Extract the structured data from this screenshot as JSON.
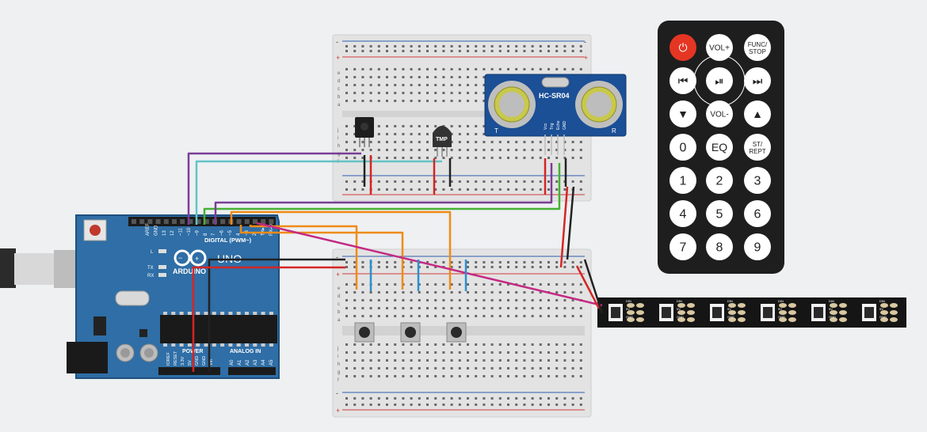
{
  "arduino": {
    "brand": "ARDUINO",
    "model": "UNO",
    "header_digital": "DIGITAL (PWM~)",
    "header_power": "POWER",
    "header_analog": "ANALOG IN",
    "pin_labels_top": [
      "AREF",
      "GND",
      "13",
      "12",
      "~11",
      "~10",
      "~9",
      "8",
      "7",
      "~6",
      "~5",
      "4",
      "~3",
      "2",
      "TX▸1",
      "RX◂0"
    ],
    "pin_labels_power": [
      "IOREF",
      "RESET",
      "3.3V",
      "5V",
      "GND",
      "GND",
      "Vin"
    ],
    "pin_labels_analog": [
      "A0",
      "A1",
      "A2",
      "A3",
      "A4",
      "A5"
    ],
    "led_labels": [
      "L",
      "TX",
      "RX"
    ],
    "colors": {
      "board": "#2f6ea6",
      "board_dark": "#1f4f7d",
      "silk": "#ffffff"
    }
  },
  "sensor": {
    "name": "HC-SR04",
    "pins": [
      "Vcc",
      "Trig",
      "Echo",
      "GND"
    ],
    "side_left": "T",
    "side_right": "R",
    "color": "#1b4f96"
  },
  "temp_sensor": {
    "label": "TMP"
  },
  "ir_receiver": {
    "name": "ir-receiver"
  },
  "breadboard_top": {
    "rows": [
      "a",
      "b",
      "c",
      "d",
      "e",
      "f",
      "g",
      "h",
      "i",
      "j"
    ],
    "rail_minus": "-",
    "rail_plus": "+"
  },
  "breadboard_bottom": {
    "rows": [
      "a",
      "b",
      "c",
      "d",
      "e",
      "f",
      "g",
      "h",
      "i",
      "j"
    ],
    "rail_minus": "-",
    "rail_plus": "+",
    "buttons": 3
  },
  "led_strip": {
    "pixels": 6,
    "pad_labels": [
      "DIN",
      "5V",
      "GND"
    ],
    "color": "#151515"
  },
  "remote": {
    "buttons": [
      {
        "label": "⏻",
        "name": "power-button"
      },
      {
        "label": "VOL+",
        "name": "vol-up-button"
      },
      {
        "label": "FUNC/\nSTOP",
        "name": "func-stop-button"
      },
      {
        "label": "⏮",
        "name": "prev-button"
      },
      {
        "label": "⏯",
        "name": "play-pause-button"
      },
      {
        "label": "⏭",
        "name": "next-button"
      },
      {
        "label": "▼",
        "name": "down-button"
      },
      {
        "label": "VOL-",
        "name": "vol-down-button"
      },
      {
        "label": "▲",
        "name": "up-button"
      },
      {
        "label": "0",
        "name": "digit-0-button"
      },
      {
        "label": "EQ",
        "name": "eq-button"
      },
      {
        "label": "ST/\nREPT",
        "name": "st-rept-button"
      },
      {
        "label": "1",
        "name": "digit-1-button"
      },
      {
        "label": "2",
        "name": "digit-2-button"
      },
      {
        "label": "3",
        "name": "digit-3-button"
      },
      {
        "label": "4",
        "name": "digit-4-button"
      },
      {
        "label": "5",
        "name": "digit-5-button"
      },
      {
        "label": "6",
        "name": "digit-6-button"
      },
      {
        "label": "7",
        "name": "digit-7-button"
      },
      {
        "label": "8",
        "name": "digit-8-button"
      },
      {
        "label": "9",
        "name": "digit-9-button"
      }
    ],
    "colors": {
      "body": "#1e1e1e",
      "button": "#ffffff",
      "power": "#e53624"
    }
  },
  "wire_colors": {
    "purple": "#7a3e96",
    "cyan": "#63c3c7",
    "green": "#47b035",
    "red": "#d42525",
    "black": "#222222",
    "orange": "#ef8b16",
    "magenta": "#c42a83",
    "blue": "#2b8fd1"
  }
}
